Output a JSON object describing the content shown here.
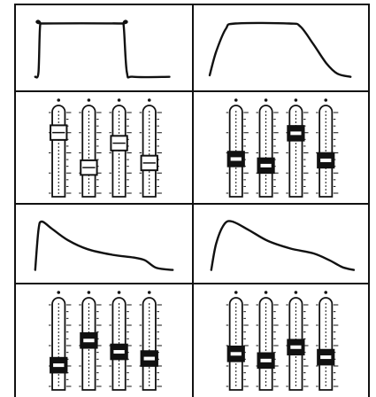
{
  "diagram": {
    "columns": 2,
    "rows": 4,
    "panels": [
      {
        "row": 1,
        "column": 1,
        "kind": "envelope",
        "shape": "rectangular pulse (fast rise, sustain, fast fall)"
      },
      {
        "row": 1,
        "column": 2,
        "kind": "envelope",
        "shape": "slow rise, sustain, slow fall"
      },
      {
        "row": 2,
        "column": 1,
        "kind": "fader-bank",
        "fader_count": 4,
        "knob_style": "hollow",
        "knob_levels": [
          0.78,
          0.25,
          0.62,
          0.32
        ]
      },
      {
        "row": 2,
        "column": 2,
        "kind": "fader-bank",
        "fader_count": 4,
        "knob_style": "filled",
        "knob_levels": [
          0.38,
          0.28,
          0.77,
          0.36
        ]
      },
      {
        "row": 3,
        "column": 1,
        "kind": "envelope",
        "shape": "instant attack, exponential decay"
      },
      {
        "row": 3,
        "column": 2,
        "kind": "envelope",
        "shape": "fast attack, exponential decay"
      },
      {
        "row": 4,
        "column": 1,
        "kind": "fader-bank",
        "fader_count": 4,
        "knob_style": "filled",
        "knob_levels": [
          0.18,
          0.55,
          0.38,
          0.28
        ]
      },
      {
        "row": 4,
        "column": 2,
        "kind": "fader-bank",
        "fader_count": 4,
        "knob_style": "filled",
        "knob_levels": [
          0.35,
          0.25,
          0.45,
          0.3
        ]
      }
    ],
    "colors": {
      "ink": "#111111",
      "paper": "#ffffff"
    }
  }
}
